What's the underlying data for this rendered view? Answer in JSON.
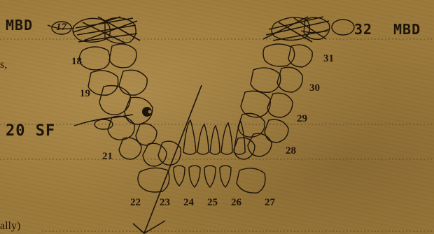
{
  "annotations": {
    "top_left": "MBD",
    "top_right_number": "32",
    "top_right": "MBD",
    "left_note": "20 SF",
    "left_fragment": "s,",
    "bottom_fragment": "ally)"
  },
  "colors": {
    "paper": "#9c7a3c",
    "ink": "#1d140a"
  },
  "teeth": {
    "upper_left": [
      "18",
      "19",
      "21"
    ],
    "upper_right": [
      "31",
      "30",
      "29",
      "28"
    ],
    "lower": [
      "22",
      "23",
      "24",
      "25",
      "26",
      "27"
    ],
    "circled_left": "17"
  }
}
